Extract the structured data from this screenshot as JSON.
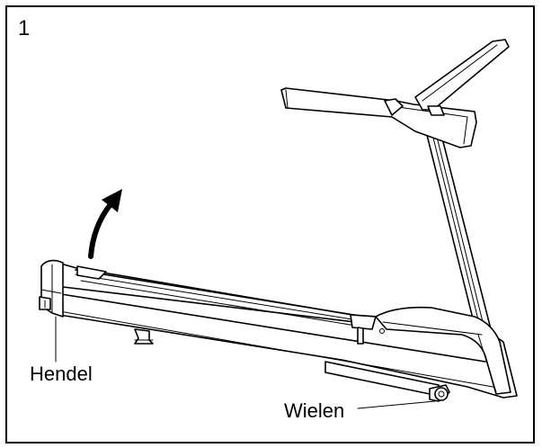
{
  "step": {
    "number": "1"
  },
  "callouts": {
    "handle_label": "Hendel",
    "wheels_label": "Wielen"
  }
}
